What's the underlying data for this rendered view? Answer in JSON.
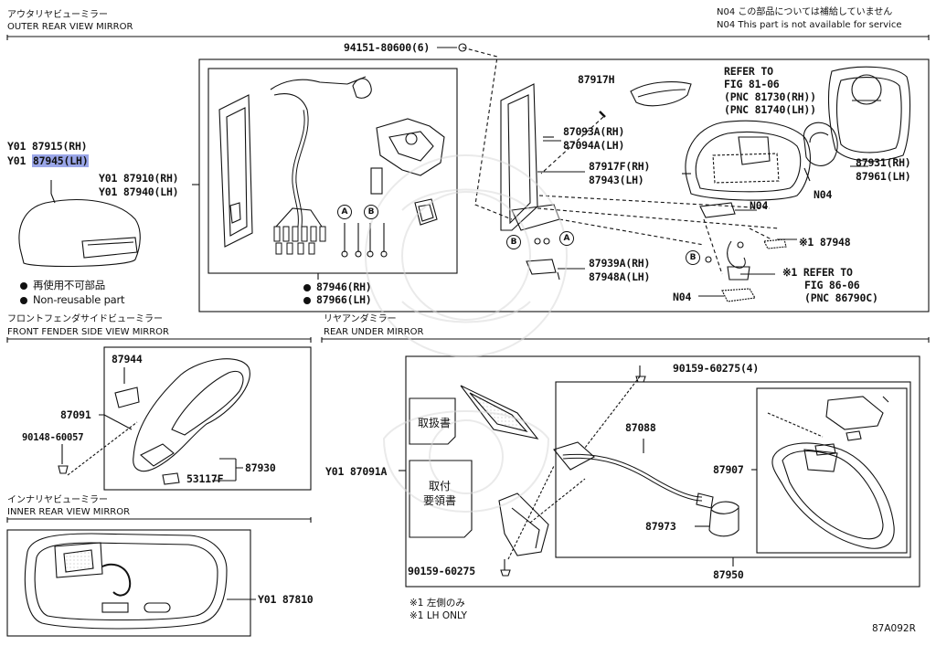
{
  "headers": {
    "outer_jp": "アウタリヤビューミラー",
    "outer_en": "OUTER REAR VIEW MIRROR",
    "front_jp": "フロントフェンダサイドビューミラー",
    "front_en": "FRONT FENDER SIDE VIEW MIRROR",
    "rear_jp": "リヤアンダミラー",
    "rear_en": "REAR UNDER MIRROR",
    "inner_jp": "インナリヤビューミラー",
    "inner_en": "INNER REAR VIEW MIRROR"
  },
  "n04_note": {
    "jp": "N04 この部品については補給していません",
    "en": "N04 This part is not available for service"
  },
  "legend": {
    "jp": "再使用不可部品",
    "en": "Non-reusable part"
  },
  "lh_note": {
    "jp": "※1 左側のみ",
    "en": "※1 LH ONLY"
  },
  "figure_code": "87A092R",
  "outer": {
    "cover_rh": "Y01 87915(RH)",
    "cover_lh_prefix": "Y01",
    "cover_lh_hl": "87945(LH)",
    "assy_rh": "Y01 87910(RH)",
    "assy_lh": "Y01 87940(LH)",
    "p94151": "94151-80600(6)",
    "p87917H": "87917H",
    "refer1": [
      "REFER TO",
      "FIG 81-06",
      "(PNC 81730(RH))",
      "(PNC 81740(LH))"
    ],
    "p87093": [
      "87093A(RH)",
      "87094A(LH)"
    ],
    "p87917F": [
      "87917F(RH)",
      "87943(LH)"
    ],
    "p87931": [
      "87931(RH)",
      "87961(LH)"
    ],
    "n04_a": "N04",
    "n04_b": "N04",
    "n04_c": "N04",
    "p87948": "※1 87948",
    "p87939": [
      "87939A(RH)",
      "87948A(LH)"
    ],
    "refer2": [
      "※1 REFER TO",
      "FIG 86-06",
      "(PNC 86790C)"
    ],
    "p87946": [
      "87946(RH)",
      "87966(LH)"
    ],
    "markers": {
      "a": "A",
      "b": "B"
    }
  },
  "front": {
    "p87944": "87944",
    "p87091": "87091",
    "p90148": "90148-60057",
    "p53117F": "53117F",
    "p87930": "87930"
  },
  "inner": {
    "p87810": "Y01 87810"
  },
  "rear": {
    "p87091A": "Y01 87091A",
    "p90159a": "90159-60275(4)",
    "p90159b": "90159-60275",
    "p87088": "87088",
    "p87907": "87907",
    "p87973": "87973",
    "p87950": "87950",
    "manual1": "取扱書",
    "manual2": [
      "取付",
      "要領書"
    ]
  }
}
